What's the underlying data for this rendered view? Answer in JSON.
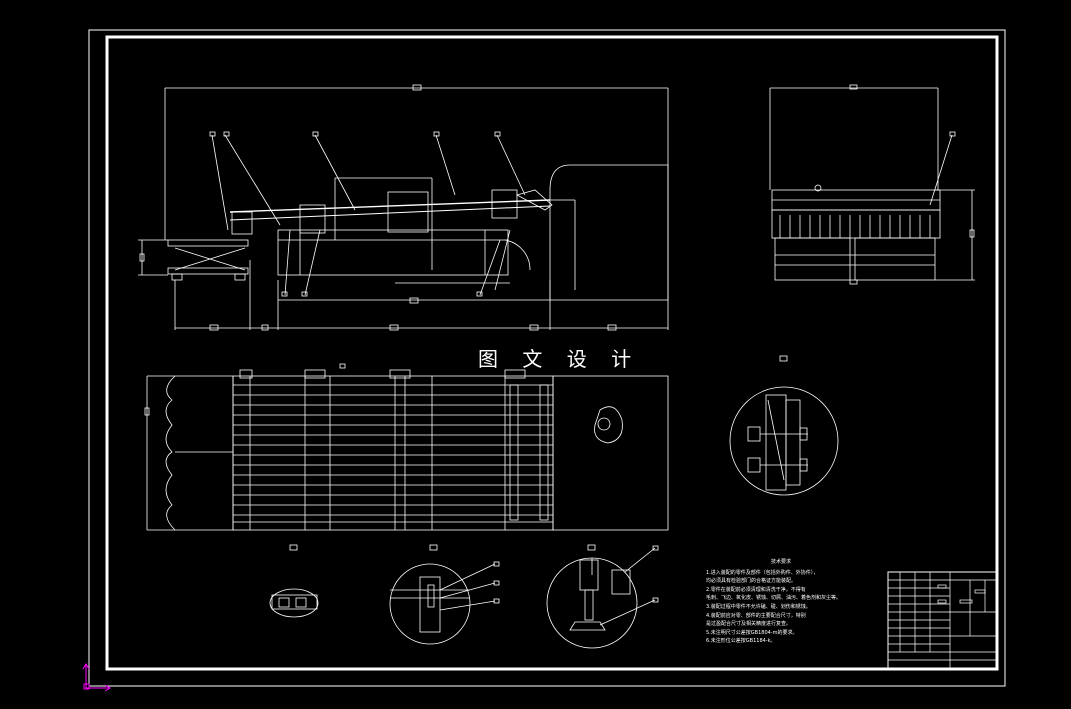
{
  "drawing": {
    "watermark_text": "图 文 设 计",
    "colors": {
      "background": "#000000",
      "lines": "#ffffff",
      "ucs_icon": "#ff00ff"
    },
    "notes": {
      "title": "技术要求",
      "lines": [
        "1.进入装配的零件及部件（包括外购件、外协件），",
        "均必须具有检验部门的合格证方能装配。",
        "2.零件在装配前必须清理和清洗干净，不得有",
        "毛刺、飞边、氧化皮、锈蚀、切屑、油污、着色剂和灰尘等。",
        "3.装配过程中零件不允许磕、碰、划伤和锈蚀。",
        "4.装配前应对零、部件的主要配合尺寸，特别",
        "是过盈配合尺寸及相关精度进行复查。",
        "5.未注明尺寸公差按GB1804-m的要求。",
        "6.未注形位公差按GB1184-k。"
      ]
    },
    "views": [
      {
        "name": "front-elevation-view"
      },
      {
        "name": "side-elevation-view"
      },
      {
        "name": "plan-view"
      },
      {
        "name": "detail-circle-bolts"
      },
      {
        "name": "detail-circle-guide"
      },
      {
        "name": "detail-circle-support"
      },
      {
        "name": "detail-rail-profile"
      }
    ],
    "title_block": {
      "present": true
    }
  }
}
